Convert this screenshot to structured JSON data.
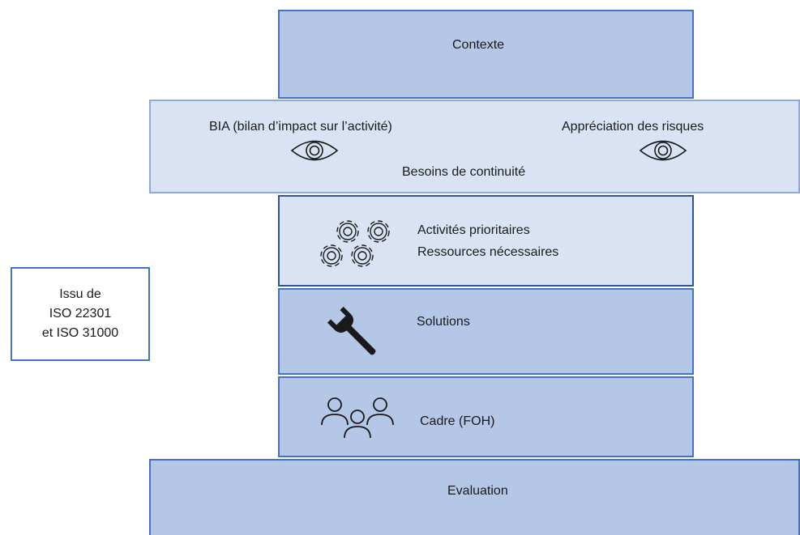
{
  "layers": {
    "contexte": {
      "label": "Contexte"
    },
    "besoins": {
      "left_label": "BIA (bilan d’impact sur l’activité)",
      "right_label": "Appréciation des risques",
      "bottom_label": "Besoins de continuité",
      "left_icon": "eye-icon",
      "right_icon": "eye-icon"
    },
    "activites": {
      "line1": "Activités prioritaires",
      "line2": "Ressources nécessaires",
      "icon": "gears-icon"
    },
    "solutions": {
      "label": "Solutions",
      "icon": "wrench-icon"
    },
    "cadre": {
      "label": "Cadre (FOH)",
      "icon": "people-icon"
    },
    "evaluation": {
      "label": "Evaluation"
    }
  },
  "source_box": {
    "line1": "Issu de",
    "line2": "ISO 22301",
    "line3": "et ISO 31000"
  },
  "colors": {
    "dark_fill": "#b4c7e7",
    "light_fill": "#dae3f3",
    "border": "#4472c4",
    "dark_border": "#2f5597"
  }
}
